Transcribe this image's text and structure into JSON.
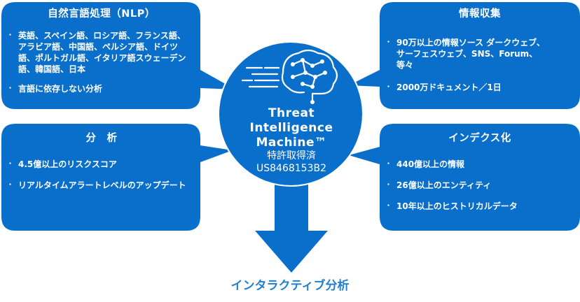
{
  "center": {
    "title_lines": [
      "Threat",
      "Intelligence",
      "Machine™"
    ],
    "patent_label": "特許取得済",
    "patent_number": "US8468153B2"
  },
  "panels": {
    "nlp": {
      "title": "自然言語処理（NLP）",
      "items": [
        "英語、スペイン語、ロシア語、フランス語、アラビア語、中国語、ペルシア語、ドイツ語、ポルトガル語、イタリア語スウェーデン語、韓国語、日本",
        "言語に依存しない分析"
      ]
    },
    "collection": {
      "title": "情報収集",
      "items": [
        "90万以上の情報ソース ダークウェブ、サーフェスウェブ、SNS、Forum、等々",
        "2000万ドキュメント／1日"
      ]
    },
    "analysis": {
      "title": "分　析",
      "items": [
        "4.5億以上のリスクスコア",
        "リアルタイムアラートレベルのアップデート"
      ]
    },
    "indexing": {
      "title": "インデクス化",
      "items": [
        "440億以上の情報",
        "26億以上のエンティティ",
        "10年以上のヒストリカルデータ"
      ]
    }
  },
  "output_label": "インタラクティブ分析",
  "colors": {
    "panel_blue": "#0a6fcb",
    "label_blue": "#1f7fd3",
    "text_white": "#ffffff"
  },
  "icons": [
    "brain-network-icon"
  ]
}
